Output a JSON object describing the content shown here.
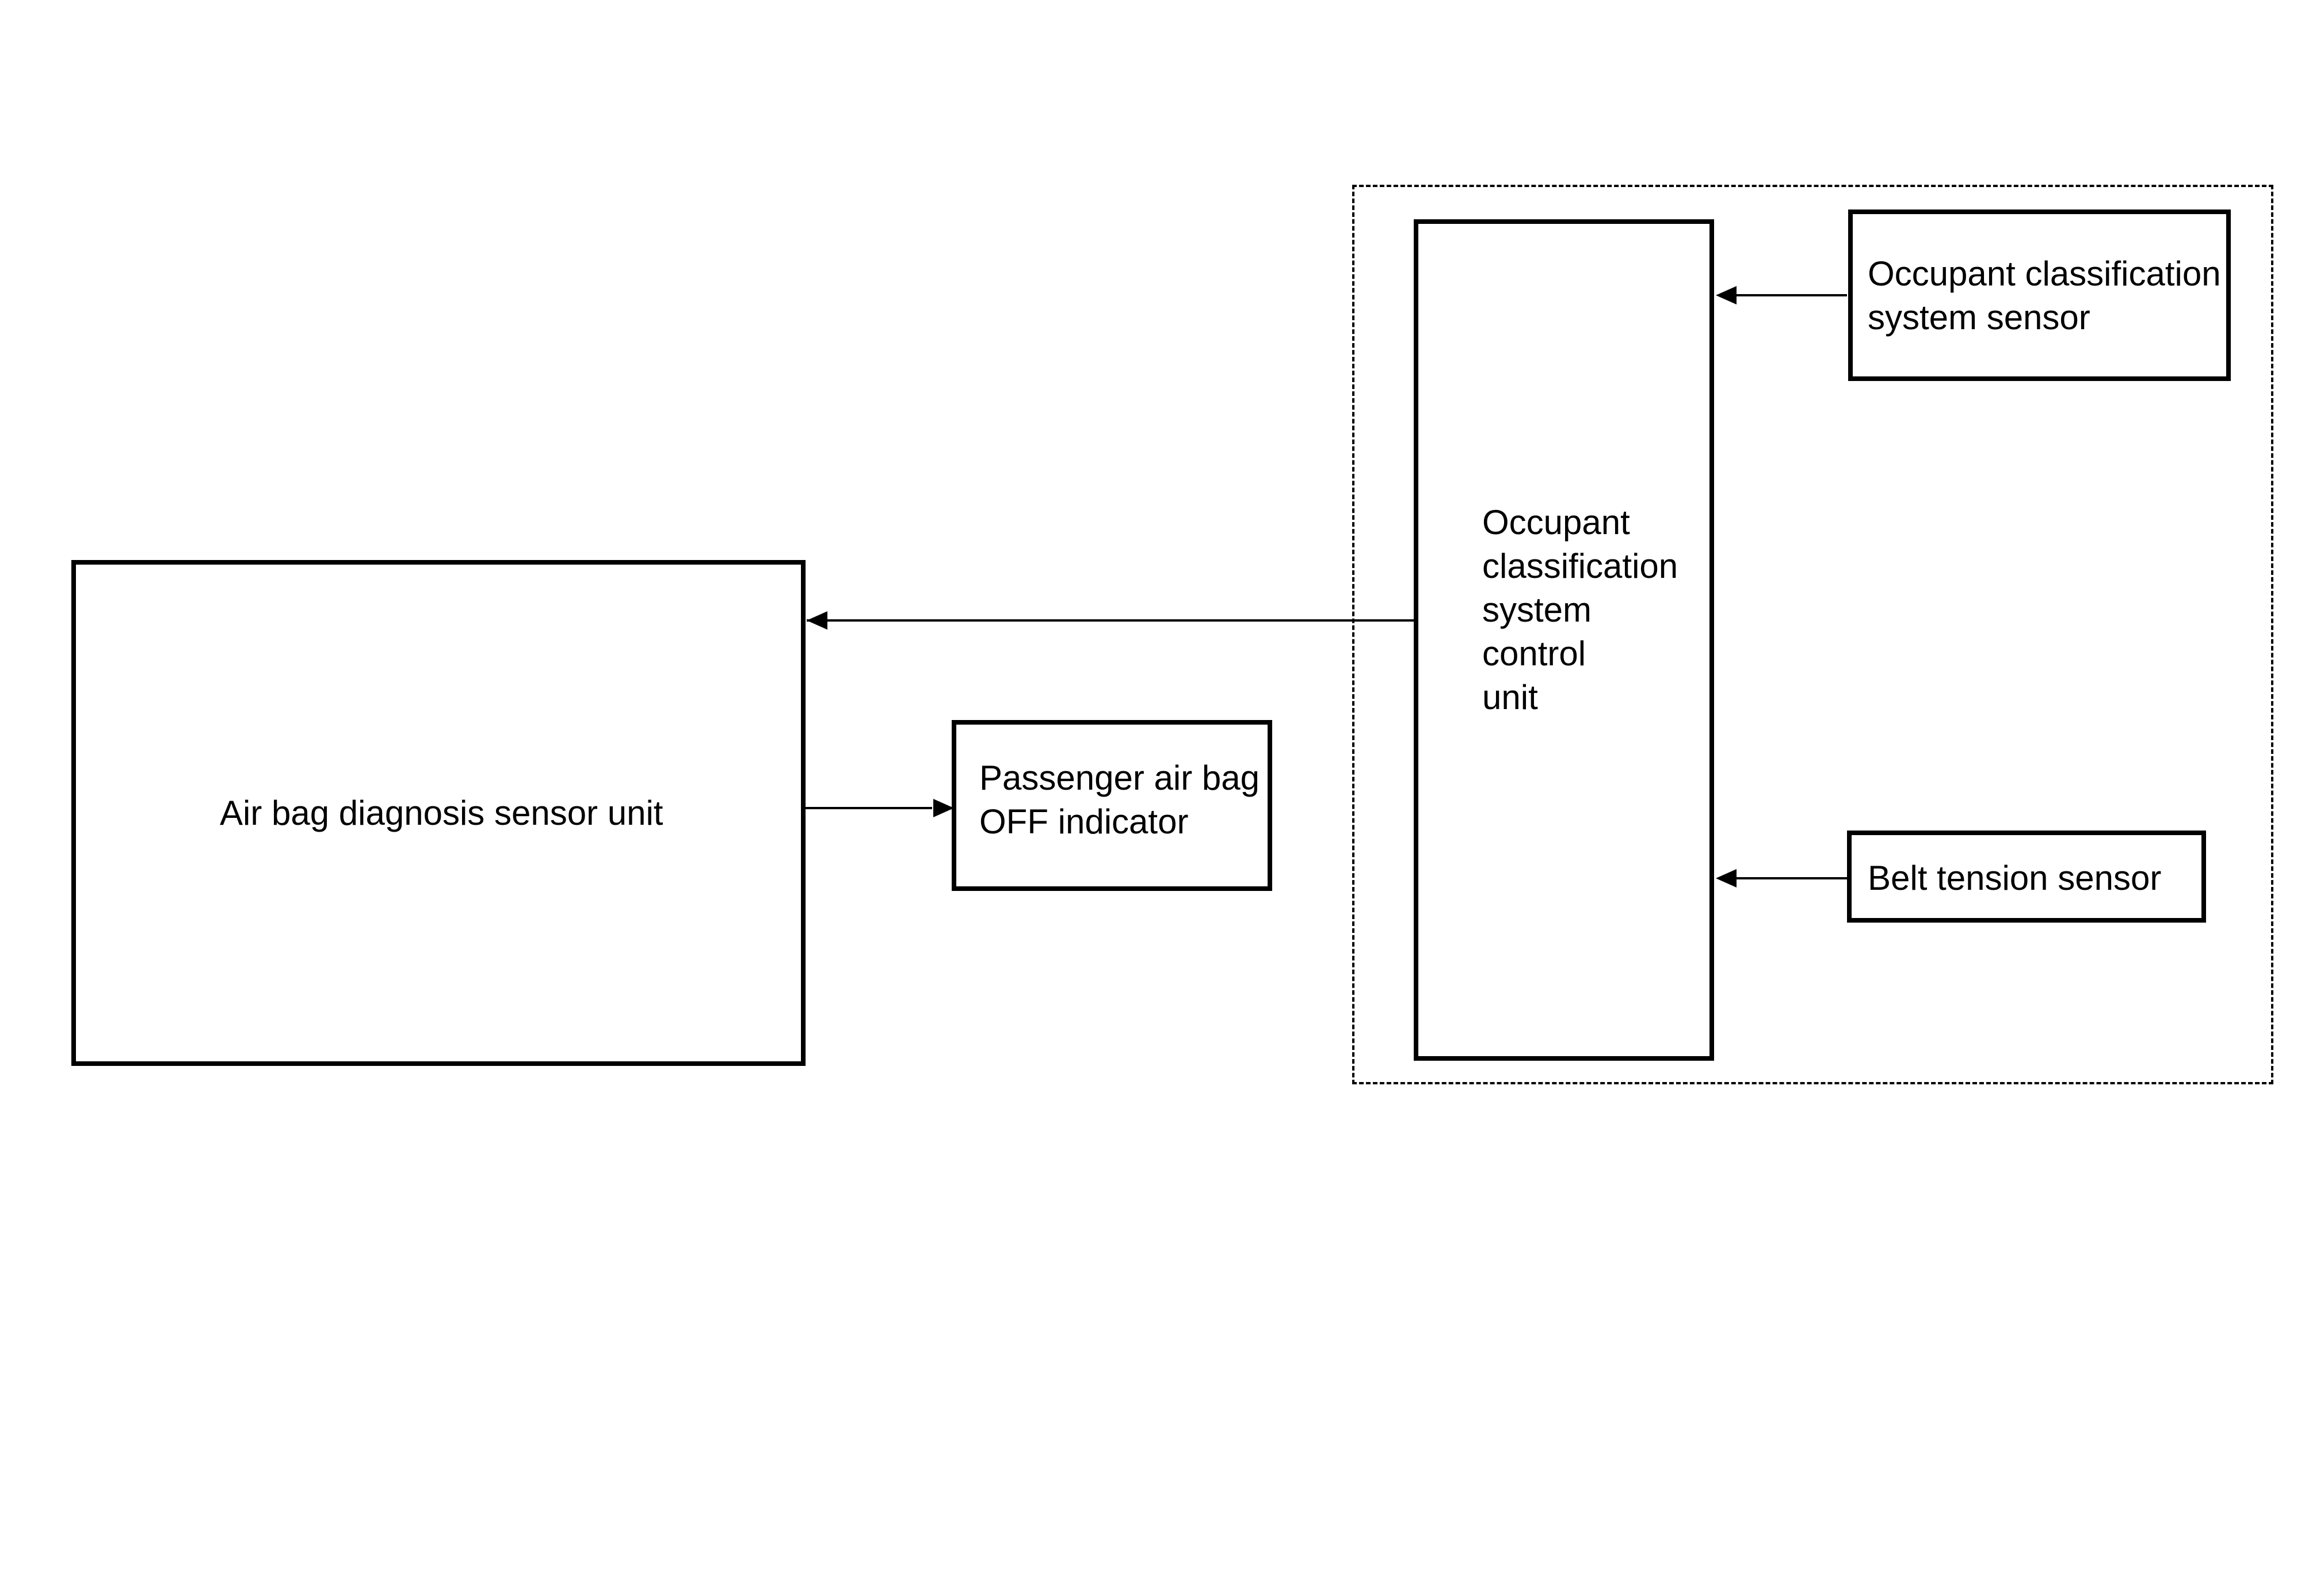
{
  "diagram": {
    "nodes": {
      "airbag_unit": {
        "label": "Air bag diagnosis sensor unit"
      },
      "indicator": {
        "lines": [
          "Passenger air bag",
          "OFF indicator"
        ]
      },
      "control_unit": {
        "lines": [
          "Occupant",
          "classification",
          "system",
          "control",
          "unit"
        ]
      },
      "ocs_sensor": {
        "lines": [
          "Occupant classification",
          "system sensor"
        ]
      },
      "belt_sensor": {
        "label": "Belt tension sensor"
      }
    },
    "edges": [
      {
        "from": "control_unit",
        "to": "airbag_unit"
      },
      {
        "from": "airbag_unit",
        "to": "indicator"
      },
      {
        "from": "ocs_sensor",
        "to": "control_unit"
      },
      {
        "from": "belt_sensor",
        "to": "control_unit"
      }
    ],
    "groups": [
      {
        "members": [
          "control_unit",
          "ocs_sensor",
          "belt_sensor"
        ],
        "style": "dashed"
      }
    ]
  }
}
